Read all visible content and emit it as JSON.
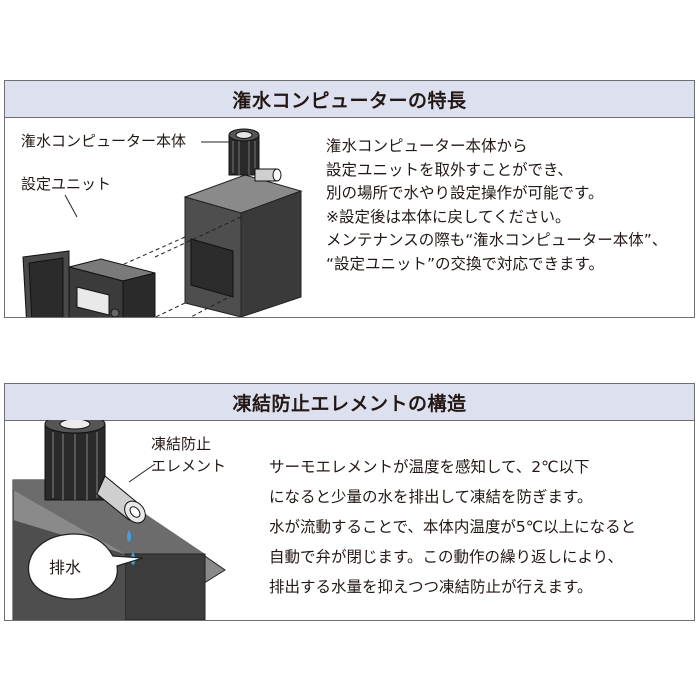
{
  "section1": {
    "title": "潅水コンピューターの特長",
    "label_main_unit": "潅水コンピューター本体",
    "label_setting_unit": "設定ユニット",
    "lines": [
      "潅水コンピューター本体から",
      "設定ユニットを取外すことができ、",
      "別の場所で水やり設定操作が可能です。",
      "※設定後は本体に戻してください。",
      "メンテナンスの際も“潅水コンピューター本体”、",
      "“設定ユニット”の交換で対応できます。"
    ]
  },
  "section2": {
    "title": "凍結防止エレメントの構造",
    "label_element_1": "凍結防止",
    "label_element_2": "エレメント",
    "label_drain": "排水",
    "lines": [
      "サーモエレメントが温度を感知して、2℃以下",
      "になると少量の水を排出して凍結を防ぎます。",
      "水が流動することで、本体内温度が5℃以上になると",
      "自動で弁が閉じます。この動作の繰り返しにより、",
      "排出する水量を抑えつつ凍結防止が行えます。"
    ]
  }
}
